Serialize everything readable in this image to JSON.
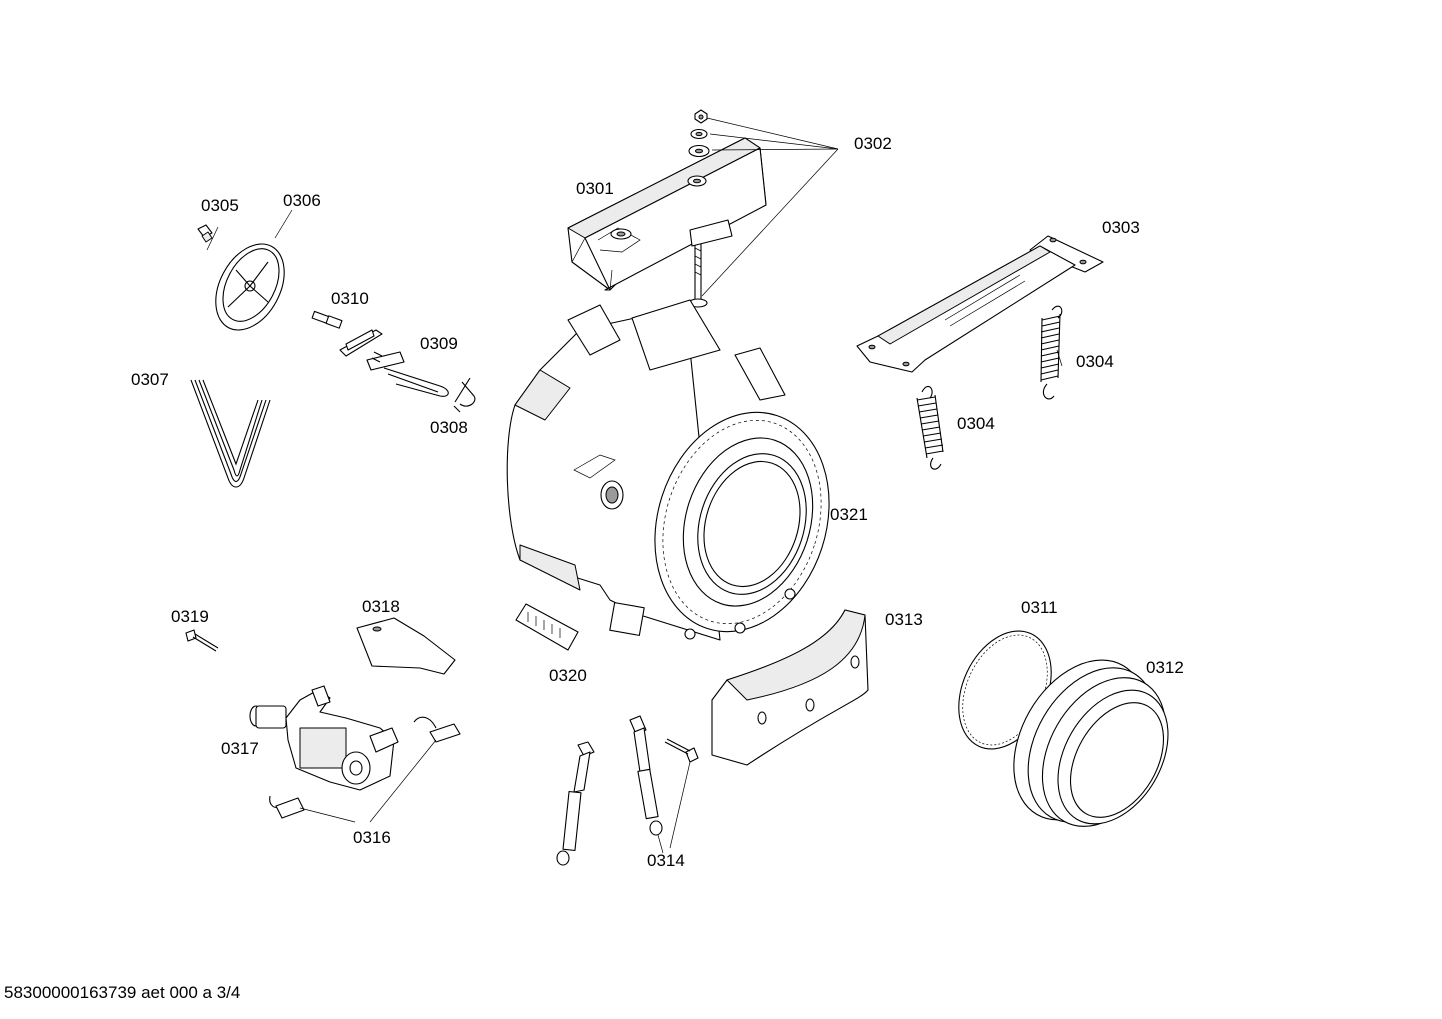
{
  "labels": {
    "p0301": "0301",
    "p0302": "0302",
    "p0303": "0303",
    "p0304a": "0304",
    "p0304b": "0304",
    "p0305": "0305",
    "p0306": "0306",
    "p0307": "0307",
    "p0308": "0308",
    "p0309": "0309",
    "p0310": "0310",
    "p0311": "0311",
    "p0312": "0312",
    "p0313": "0313",
    "p0314": "0314",
    "p0316": "0316",
    "p0317": "0317",
    "p0318": "0318",
    "p0319": "0319",
    "p0320": "0320",
    "p0321": "0321"
  },
  "footer": "58300000163739 aet 000 a 3/4"
}
